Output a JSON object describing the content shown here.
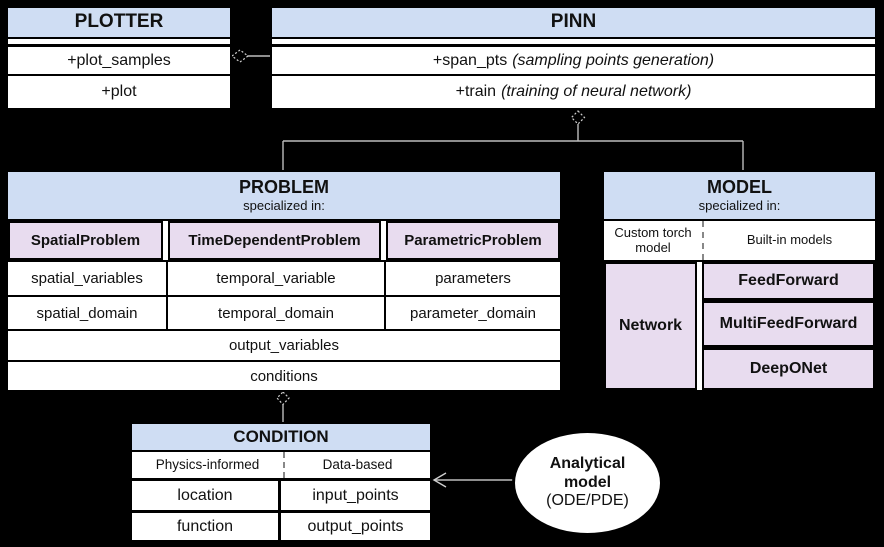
{
  "colors": {
    "background": "#000000",
    "class_header_fill": "#cfddf3",
    "subclass_fill": "#e8dcef",
    "cell_fill": "#ffffff",
    "border": "#000000",
    "connector_gray": "#bdbdbd"
  },
  "plotter": {
    "title": "PLOTTER",
    "methods": [
      "+plot_samples",
      "+plot"
    ]
  },
  "pinn": {
    "title": "PINN",
    "methods": [
      {
        "name": "+span_pts",
        "note": "(sampling points generation)"
      },
      {
        "name": "+train",
        "note": "(training of neural network)"
      }
    ]
  },
  "problem": {
    "title": "PROBLEM",
    "subtitle": "specialized in:",
    "subclasses": [
      "SpatialProblem",
      "TimeDependentProblem",
      "ParametricProblem"
    ],
    "rows": [
      [
        "spatial_variables",
        "temporal_variable",
        "parameters"
      ],
      [
        "spatial_domain",
        "temporal_domain",
        "parameter_domain"
      ]
    ],
    "shared_rows": [
      "output_variables",
      "conditions"
    ]
  },
  "model": {
    "title": "MODEL",
    "subtitle": "specialized in:",
    "categories": [
      "Custom torch model",
      "Built-in models"
    ],
    "custom_class": "Network",
    "builtin_classes": [
      "FeedForward",
      "MultiFeedForward",
      "DeepONet"
    ]
  },
  "condition": {
    "title": "CONDITION",
    "categories": [
      "Physics-informed",
      "Data-based"
    ],
    "rows": [
      [
        "location",
        "input_points"
      ],
      [
        "function",
        "output_points"
      ]
    ]
  },
  "analytical_model": {
    "lines": [
      "Analytical",
      "model",
      "(ODE/PDE)"
    ]
  }
}
